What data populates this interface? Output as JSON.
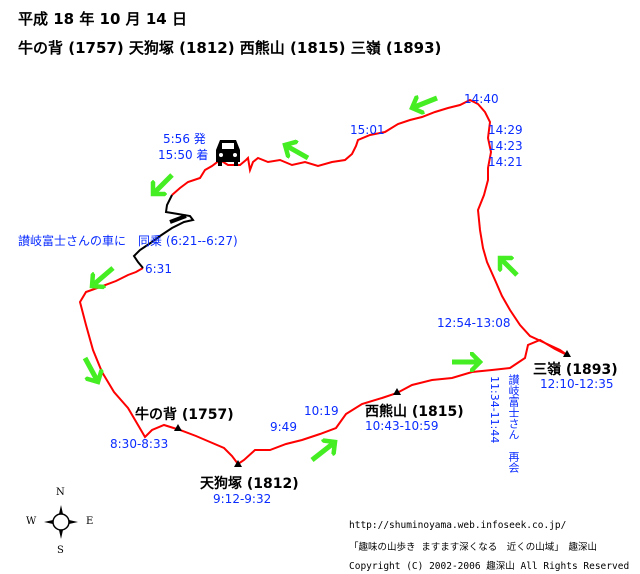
{
  "header": {
    "date": "平成 18 年 10 月 14 日",
    "peaks": "牛の背 (1757) 天狗塚 (1812) 西熊山 (1815) 三嶺 (1893)"
  },
  "labels": {
    "t1440": "14:40",
    "t1501": "15:01",
    "t1429": "14:29",
    "t1423": "14:23",
    "t1421": "14:21",
    "depart": "5:56 発",
    "arrive": "15:50 着",
    "ride": "讃岐富士さんの車に　同乗 (6:21--6:27)",
    "t631": "6:31",
    "t1254": "12:54-13:08",
    "t1134": "11:34-11:44",
    "reunion": "讃岐富士さん　再会",
    "t1019": "10:19",
    "t949": "9:49"
  },
  "peaks": {
    "sanrei": {
      "name": "三嶺 (1893)",
      "time": "12:10-12:35"
    },
    "nishikuma": {
      "name": "西熊山 (1815)",
      "time": "10:43-10:59"
    },
    "ushinose": {
      "name": "牛の背 (1757)",
      "time": "8:30-8:33"
    },
    "tengu": {
      "name": "天狗塚 (1812)",
      "time": "9:12-9:32"
    }
  },
  "compass": {
    "n": "N",
    "s": "S",
    "e": "E",
    "w": "W"
  },
  "footer": {
    "url": "http://shuminoyama.web.infoseek.co.jp/",
    "tagline": "「趣味の山歩き ますます深くなる　近くの山域」　趣深山",
    "copyright": "Copyright (C) 2002-2006 趣深山 All Rights Reserved"
  },
  "colors": {
    "route": "#ff0000",
    "car_route": "#000000",
    "arrow": "#44ee22",
    "text": "#0a2cff"
  }
}
